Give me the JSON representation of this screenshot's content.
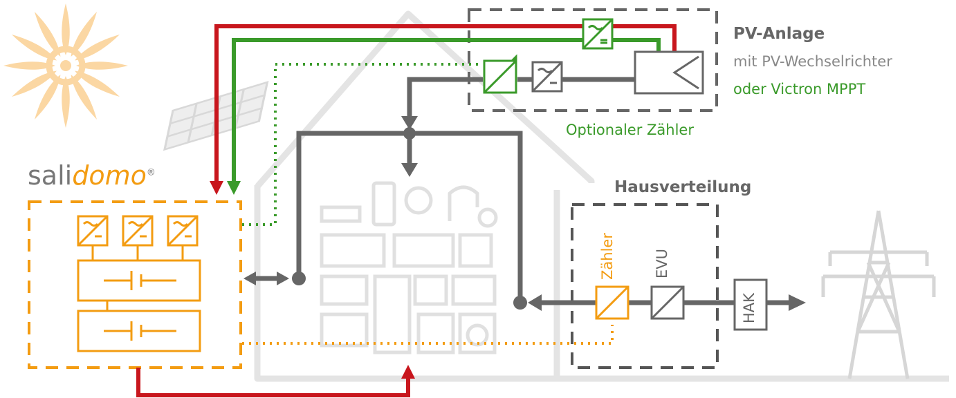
{
  "brand": {
    "prefix": "sali",
    "suffix": "domo",
    "mark": "®"
  },
  "pv": {
    "title": "PV-Anlage",
    "subtitle": "mit PV-Wechselrichter",
    "victron": "oder Victron MPPT",
    "optional_meter": "Optionaler Zähler"
  },
  "distribution": {
    "title": "Hausverteilung",
    "meter": "Zähler",
    "evu": "EVU",
    "hak": "HAK"
  },
  "colors": {
    "orange": "#f39c12",
    "green": "#3a9a2a",
    "red": "#c8161d",
    "grey": "#666666",
    "light_grey": "#d0d0d0",
    "sun": "#fbd7a3"
  }
}
